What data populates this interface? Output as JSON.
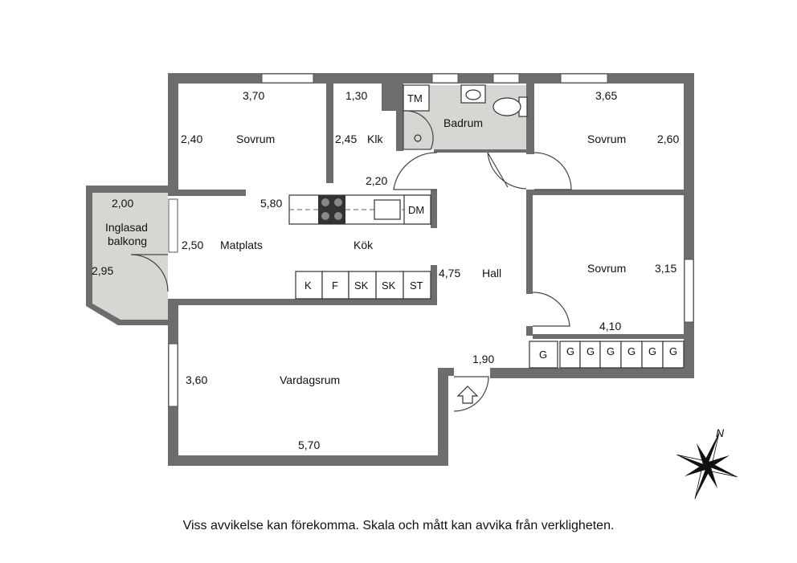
{
  "rooms": {
    "bedroom_1": "Sovrum",
    "bedroom_2": "Sovrum",
    "bedroom_3": "Sovrum",
    "closet": "Klk",
    "bathroom": "Badrum",
    "balcony_line1": "Inglasad",
    "balcony_line2": "balkong",
    "dining": "Matplats",
    "kitchen": "Kök",
    "hall": "Hall",
    "living": "Vardagsrum"
  },
  "measurements": {
    "bedroom_1_width": "3,70",
    "bedroom_1_depth": "2,40",
    "closet_width": "1,30",
    "closet_depth": "2,45",
    "hall_top": "2,20",
    "bedroom_2_width": "3,65",
    "bedroom_2_depth": "2,60",
    "balcony_width": "2,00",
    "balcony_depth": "2,95",
    "kitchen_width": "5,80",
    "dining_depth": "2,50",
    "hall_depth": "4,75",
    "bedroom_3_depth": "3,15",
    "bedroom_3_width": "4,10",
    "hall_bottom": "1,90",
    "living_depth": "3,60",
    "living_width": "5,70"
  },
  "fixtures": {
    "washing_machine": "TM",
    "dishwasher": "DM",
    "kitchen_units": [
      "K",
      "F",
      "SK",
      "SK",
      "ST"
    ],
    "wardrobe_hall": "G",
    "wardrobes_bedroom": [
      "G",
      "G",
      "G",
      "G",
      "G",
      "G"
    ]
  },
  "compass_label": "N",
  "disclaimer": "Viss avvikelse kan förekomma. Skala och mått kan avvika från verkligheten.",
  "colors": {
    "wall": "#6d6d6d",
    "wet_room": "#d8d6d3"
  }
}
